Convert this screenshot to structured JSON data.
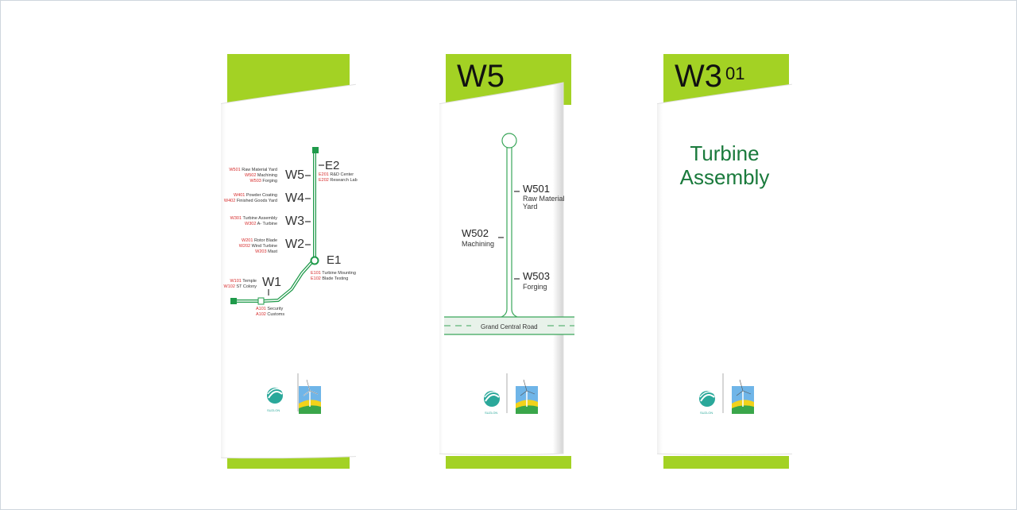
{
  "colors": {
    "brand_green": "#a3d224",
    "line_green": "#1f9a4a",
    "title_green": "#1a7a3c",
    "code_red": "#d62b2b"
  },
  "sign1": {
    "w_levels": [
      {
        "label": "W5",
        "entries": [
          {
            "code": "W501",
            "text": "Raw Material Yard"
          },
          {
            "code": "W502",
            "text": "Machining"
          },
          {
            "code": "W503",
            "text": "Forging"
          }
        ]
      },
      {
        "label": "W4",
        "entries": [
          {
            "code": "W401",
            "text": "Powder Coating"
          },
          {
            "code": "W402",
            "text": "Finished Goods Yard"
          }
        ]
      },
      {
        "label": "W3",
        "entries": [
          {
            "code": "W301",
            "text": "Turbine Assembly"
          },
          {
            "code": "W302",
            "text": "A- Turbine"
          }
        ]
      },
      {
        "label": "W2",
        "entries": [
          {
            "code": "W201",
            "text": "Rotor Blade"
          },
          {
            "code": "W202",
            "text": "Wind Turbine"
          },
          {
            "code": "W203",
            "text": "Mast"
          }
        ]
      },
      {
        "label": "W1",
        "entries": [
          {
            "code": "W101",
            "text": "Temple"
          },
          {
            "code": "W102",
            "text": "ST Colony"
          }
        ]
      }
    ],
    "e2": {
      "label": "E2",
      "entries": [
        {
          "code": "E201",
          "text": "R&D Center"
        },
        {
          "code": "E202",
          "text": "Research Lab"
        }
      ]
    },
    "e1": {
      "label": "E1",
      "entries": [
        {
          "code": "E101",
          "text": "Turbine Mounting"
        },
        {
          "code": "E102",
          "text": "Blade Testing"
        }
      ]
    },
    "a": {
      "entries": [
        {
          "code": "A101",
          "text": "Security"
        },
        {
          "code": "A102",
          "text": "Customs"
        }
      ]
    }
  },
  "sign2": {
    "code": "W5",
    "rooms": [
      {
        "code": "W501",
        "name_lines": [
          "Raw Material",
          "Yard"
        ]
      },
      {
        "code": "W502",
        "name_lines": [
          "Machining"
        ]
      },
      {
        "code": "W503",
        "name_lines": [
          "Forging"
        ]
      }
    ],
    "road": "Grand Central Road"
  },
  "sign3": {
    "code": "W3",
    "code_suffix": "01",
    "title_lines": [
      "Turbine",
      "Assembly"
    ]
  },
  "logo": {
    "text": "SUZLON"
  }
}
